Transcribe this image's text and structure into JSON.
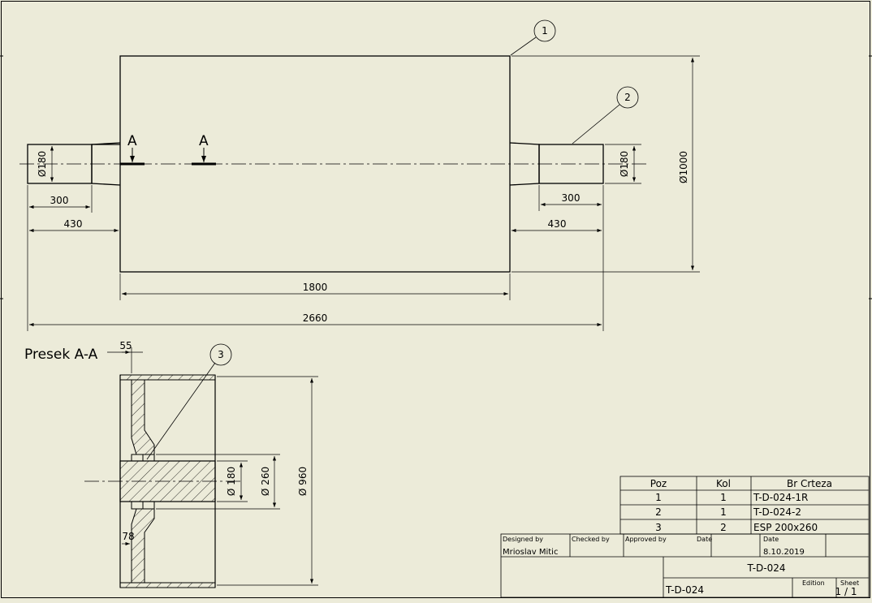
{
  "drawing": {
    "balloons": [
      "1",
      "2",
      "3"
    ],
    "section_marks": [
      "A",
      "A"
    ],
    "section_title": "Presek A-A",
    "dimensions": {
      "left_dia": "Ø180",
      "right_dia": "Ø180",
      "drum_dia": "Ø1000",
      "left_300": "300",
      "left_430": "430",
      "right_300": "300",
      "right_430": "430",
      "drum_length": "1800",
      "total_length": "2660",
      "sec_55": "55",
      "sec_78": "78",
      "sec_d180": "Ø 180",
      "sec_d260": "Ø 260",
      "sec_d960": "Ø 960"
    }
  },
  "parts_list": {
    "headers": [
      "Poz",
      "Kol",
      "Br Crteza"
    ],
    "rows": [
      [
        "1",
        "1",
        "T-D-024-1R"
      ],
      [
        "2",
        "1",
        "T-D-024-2"
      ],
      [
        "3",
        "2",
        "ESP 200x260"
      ]
    ]
  },
  "title_block": {
    "designed_by_label": "Designed by",
    "designed_by": "Mrioslav Mitic",
    "checked_by_label": "Checked by",
    "approved_by_label": "Approved by",
    "date_label_1": "Date",
    "date_label_2": "Date",
    "date": "8.10.2019",
    "title": "T-D-024",
    "drawing_no": "T-D-024",
    "edition_label": "Edition",
    "sheet_label": "Sheet",
    "sheet": "1 / 1"
  }
}
